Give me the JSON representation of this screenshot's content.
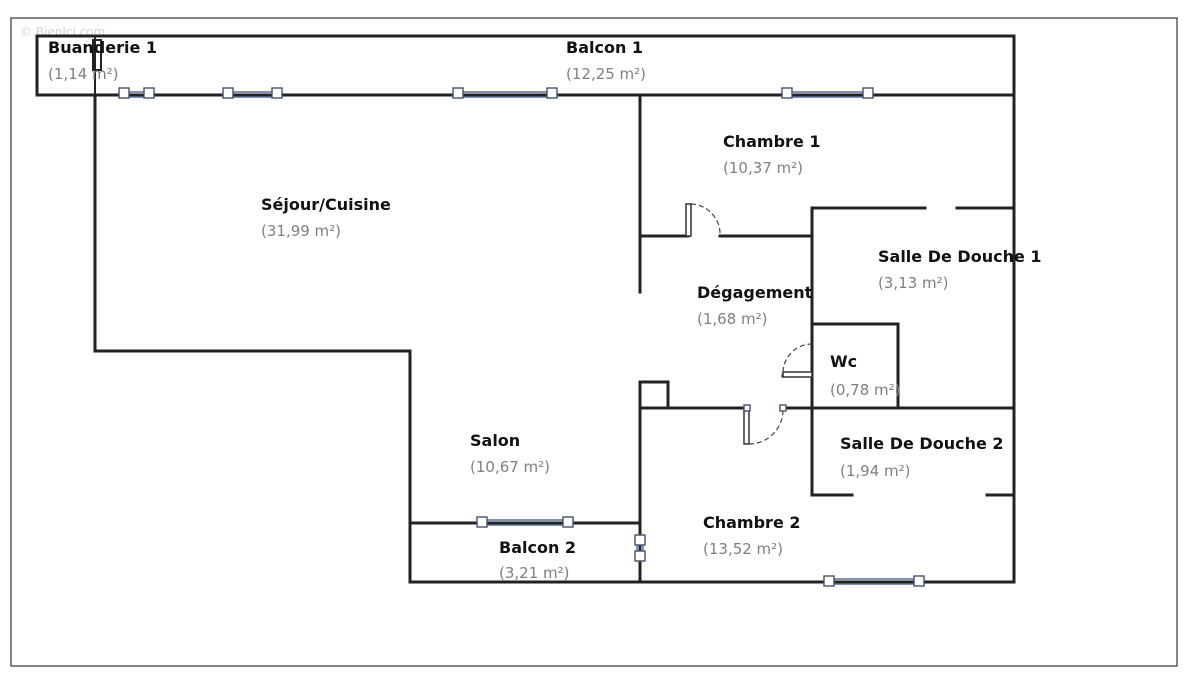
{
  "watermark": "© BienIci.com",
  "rooms": [
    {
      "id": "buanderie-1",
      "name": "Buanderie 1",
      "area": "(1,14 m²)"
    },
    {
      "id": "balcon-1",
      "name": "Balcon 1",
      "area": "(12,25 m²)"
    },
    {
      "id": "chambre-1",
      "name": "Chambre 1",
      "area": "(10,37 m²)"
    },
    {
      "id": "sejour-cuisine",
      "name": "Séjour/Cuisine",
      "area": "(31,99 m²)"
    },
    {
      "id": "salle-de-douche-1",
      "name": "Salle De Douche 1",
      "area": "(3,13 m²)"
    },
    {
      "id": "degagement",
      "name": "Dégagement",
      "area": "(1,68 m²)"
    },
    {
      "id": "wc",
      "name": "Wc",
      "area": "(0,78 m²)"
    },
    {
      "id": "salon",
      "name": "Salon",
      "area": "(10,67 m²)"
    },
    {
      "id": "salle-de-douche-2",
      "name": "Salle De Douche 2",
      "area": "(1,94 m²)"
    },
    {
      "id": "chambre-2",
      "name": "Chambre 2",
      "area": "(13,52 m²)"
    },
    {
      "id": "balcon-2",
      "name": "Balcon 2",
      "area": "(3,21 m²)"
    }
  ]
}
